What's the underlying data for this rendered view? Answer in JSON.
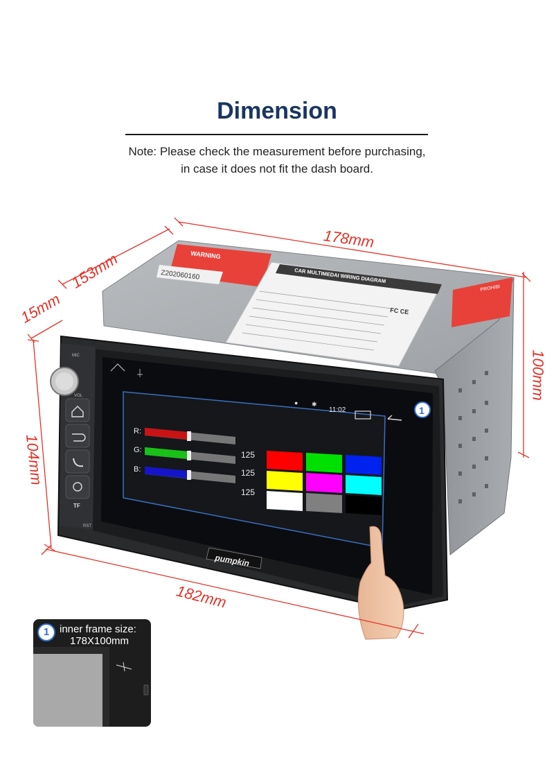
{
  "header": {
    "title": "Dimension",
    "note_line1": "Note: Please check the measurement before purchasing,",
    "note_line2": "in case it does not fit the dash board."
  },
  "dimensions": {
    "top_width": "178mm",
    "depth": "153mm",
    "bezel_depth": "15mm",
    "right_height": "100mm",
    "left_height": "104mm",
    "front_width": "182mm"
  },
  "device": {
    "brand": "pumpkin",
    "warning_label": "WARNING",
    "serial": "Z202060160",
    "diagram_title": "CAR MULTIMEDAI WIRING DIAGRAM",
    "cert": "FC CE",
    "prohibit_label": "PROHIBI",
    "side_buttons": [
      "MIC",
      "VOL",
      "TF",
      "RST"
    ],
    "screen": {
      "time": "11:02",
      "rows": [
        {
          "label": "R:",
          "value": "125"
        },
        {
          "label": "G:",
          "value": "125"
        },
        {
          "label": "B:",
          "value": "125"
        }
      ],
      "swatches": [
        "#ff0000",
        "#00e000",
        "#0022ee",
        "#ffff00",
        "#ff00ff",
        "#00ffff",
        "#ffffff",
        "#808080",
        "#000000"
      ]
    }
  },
  "callout": {
    "badge": "1",
    "line1": "inner frame size:",
    "line2": "178X100mm"
  },
  "colors": {
    "title": "#1a3560",
    "dimension_lines": "#e33227",
    "badge": "#2d6fd0"
  }
}
